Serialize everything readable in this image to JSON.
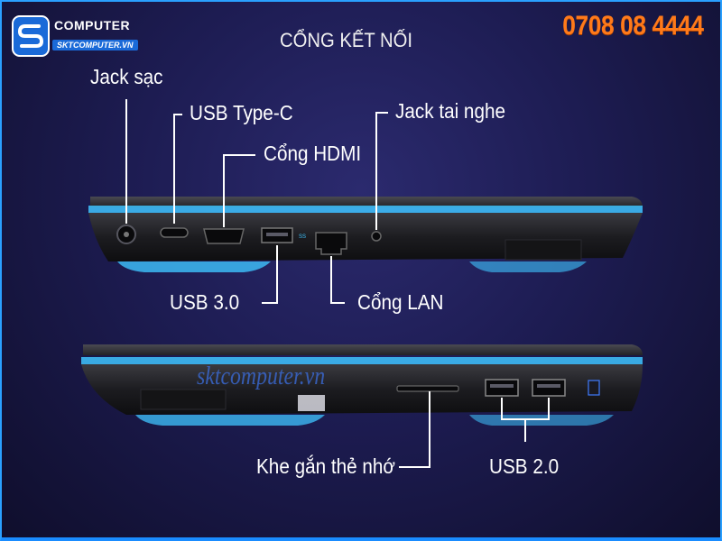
{
  "brand": {
    "name": "COMPUTER",
    "website": "SKTCOMPUTER.VN",
    "phone": "0708 08 4444"
  },
  "title": "CỔNG KẾT NỐI",
  "labels": {
    "charging_jack": "Jack sạc",
    "usb_type_c": "USB Type-C",
    "hdmi_port": "Cổng HDMI",
    "headphone_jack": "Jack tai nghe",
    "usb_3": "USB 3.0",
    "lan_port": "Cổng LAN",
    "card_slot": "Khe gắn thẻ nhớ",
    "usb_2": "USB 2.0"
  },
  "watermark": "sktcomputer.vn",
  "colors": {
    "phone": "#ff7a1a",
    "accent_blue": "#2aa0ff",
    "laptop_glow": "#3fc4ff"
  }
}
